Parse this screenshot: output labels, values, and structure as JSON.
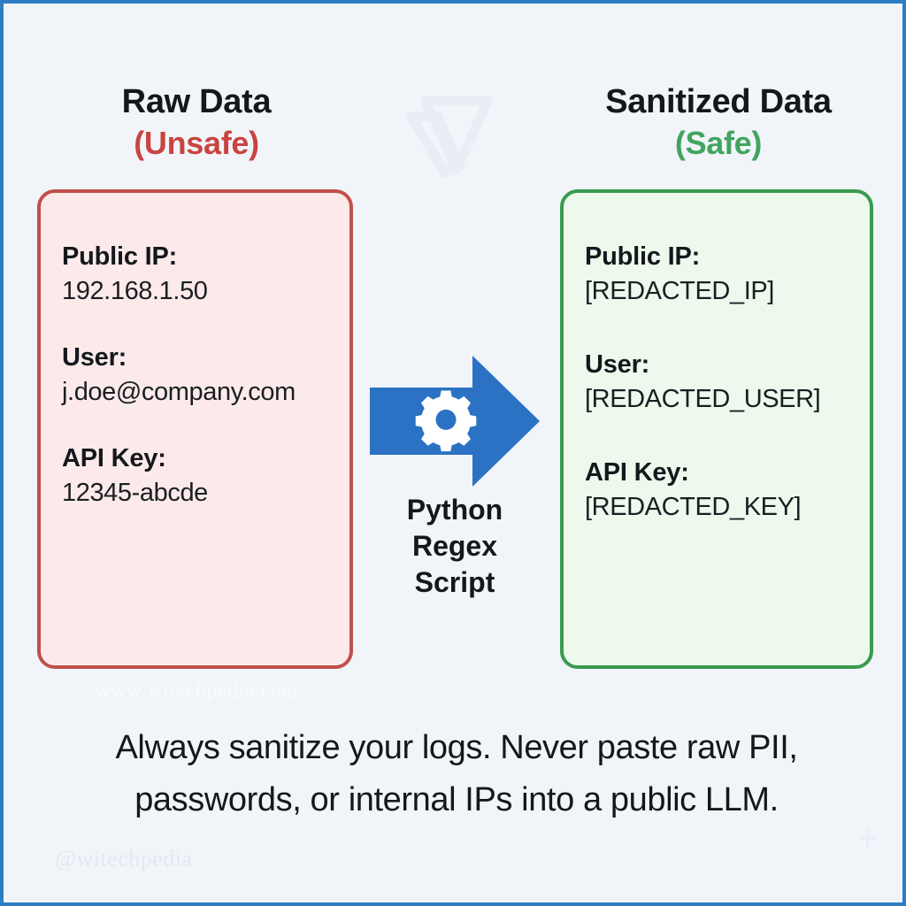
{
  "columns": {
    "left": {
      "title": "Raw Data",
      "subtitle": "(Unsafe)",
      "subtitle_color": "#c9443f",
      "card_border_color": "#c0504a",
      "card_fill_color": "#fceaea",
      "fields": [
        {
          "label": "Public IP:",
          "value": "192.168.1.50"
        },
        {
          "label": "User:",
          "value": "j.doe@company.com"
        },
        {
          "label": "API Key:",
          "value": "12345-abcde"
        }
      ]
    },
    "right": {
      "title": "Sanitized Data",
      "subtitle": "(Safe)",
      "subtitle_color": "#41a45f",
      "card_border_color": "#3a9a4e",
      "card_fill_color": "#ecf9ec",
      "fields": [
        {
          "label": "Public IP:",
          "value": "[REDACTED_IP]"
        },
        {
          "label": "User:",
          "value": "[REDACTED_USER]"
        },
        {
          "label": "API Key:",
          "value": "[REDACTED_KEY]"
        }
      ]
    }
  },
  "process": {
    "icon": "gear-icon",
    "arrow_color": "#2b72c4",
    "label_line1": "Python",
    "label_line2": "Regex",
    "label_line3": "Script"
  },
  "caption": {
    "line1": "Always sanitize your logs. Never paste raw PII,",
    "line2": "passwords, or internal IPs into a public LLM."
  },
  "watermarks": {
    "handle": "@witechpedia",
    "url": "www.witechpedia.com",
    "logo": "w-logo-icon"
  },
  "theme": {
    "background": "#f1f5fa",
    "frame_border": "#2d7dc4",
    "text": "#14181c"
  }
}
